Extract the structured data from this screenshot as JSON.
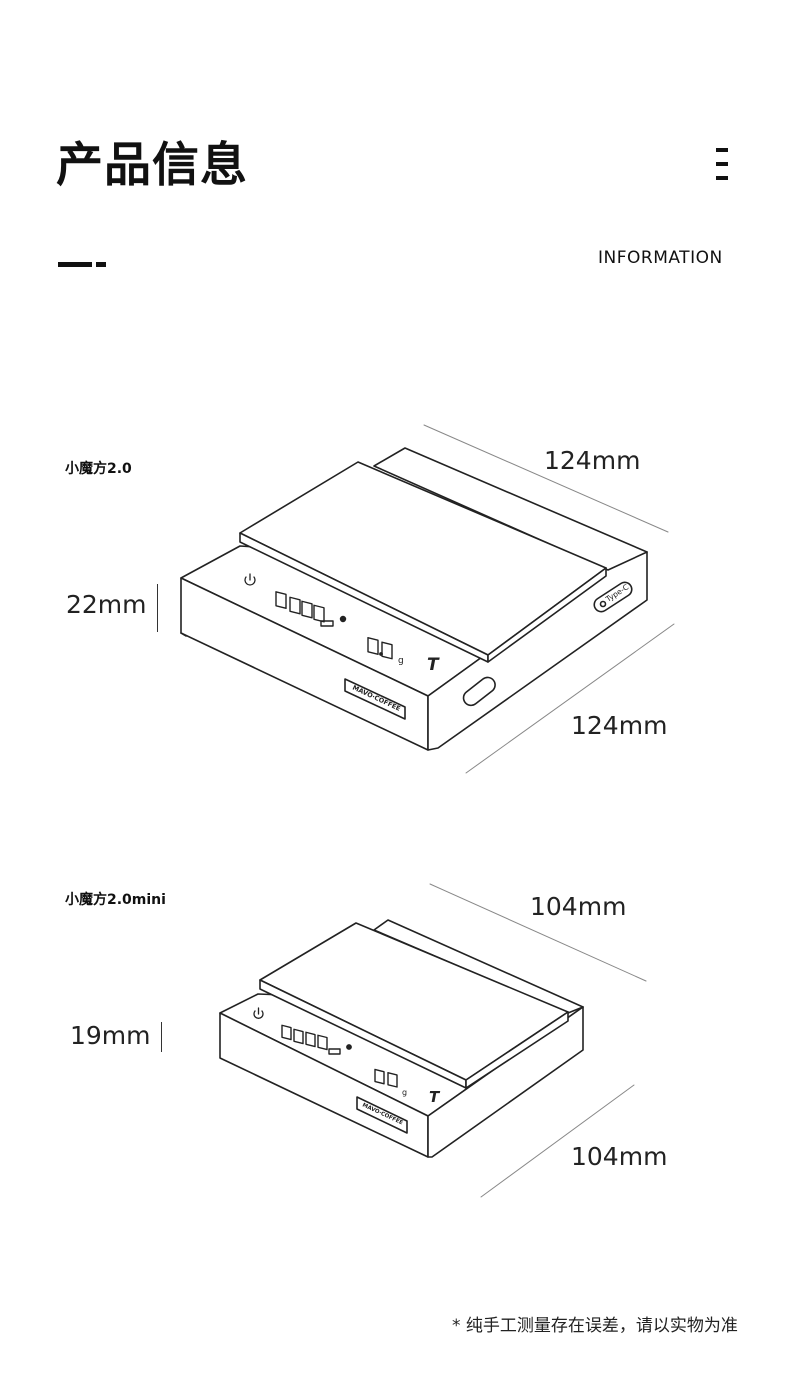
{
  "header": {
    "title": "产品信息",
    "subtitle": "INFORMATION",
    "menu_icon": "vertical-dashes-icon"
  },
  "products": [
    {
      "name": "小魔方2.0",
      "width": "124mm",
      "depth": "124mm",
      "height": "22mm",
      "display": {
        "timer": "0:00:0",
        "weight": "0.0",
        "unit": "g",
        "tare": "T"
      },
      "badge": "MAVO·COFFEE",
      "port_label": "Type-C"
    },
    {
      "name": "小魔方2.0mini",
      "width": "104mm",
      "depth": "104mm",
      "height": "19mm",
      "display": {
        "timer": "0:00:0",
        "weight": "0.0",
        "unit": "g",
        "tare": "T"
      },
      "badge": "MAVO·COFFEE"
    }
  ],
  "footnote": "* 纯手工测量存在误差，请以实物为准"
}
